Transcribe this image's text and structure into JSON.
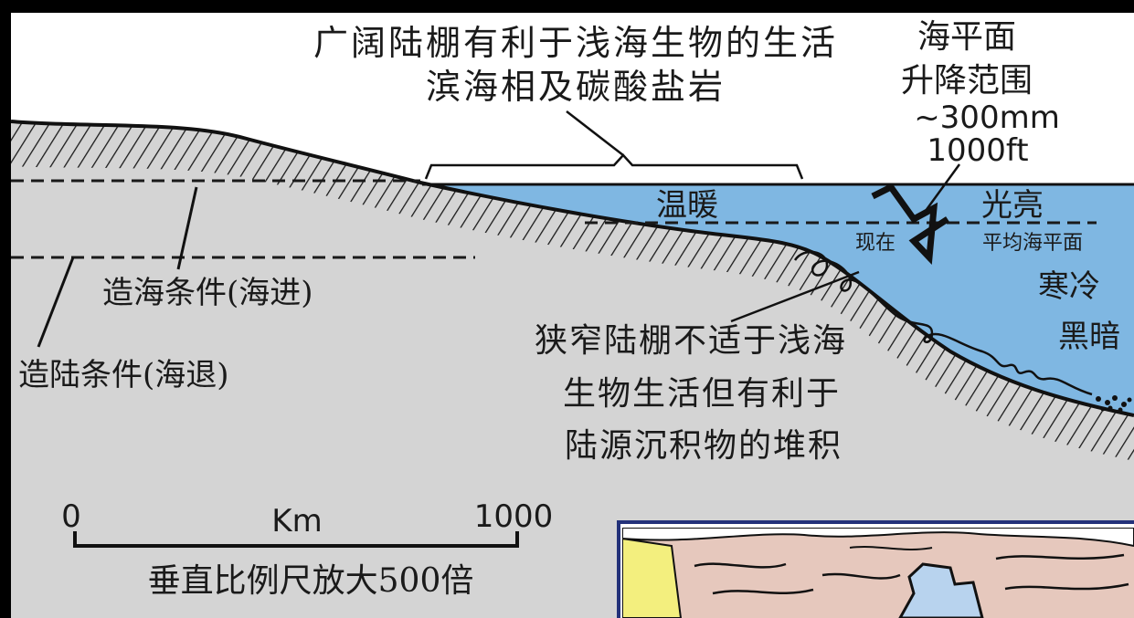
{
  "labels": {
    "broad_shelf_line1": "广阔陆棚有利于浅海生物的生活",
    "broad_shelf_line2": "滨海相及碳酸盐岩",
    "sea_level_line1": "海平面",
    "sea_level_line2": "升降范围",
    "range_mm": "~300mm",
    "range_ft": "1000ft",
    "warm": "温暖",
    "bright": "光亮",
    "present": "现在",
    "mean_sea_level": "平均海平面",
    "cold": "寒冷",
    "dark": "黑暗",
    "transgression": "造海条件(海进)",
    "regression": "造陆条件(海退)",
    "narrow_shelf_line1": "狭窄陆棚不适于浅海",
    "narrow_shelf_line2": "生物生活但有利于",
    "narrow_shelf_line3": "陆源沉积物的堆积"
  },
  "scale_bar": {
    "start_label": "0",
    "unit_label": "Km",
    "end_label": "1000",
    "caption": "垂直比例尺放大500倍"
  },
  "colors": {
    "background": "#d4d4d4",
    "sea": "#7fb7e2",
    "sky": "#ffffff",
    "frame": "#000000",
    "inset_border": "#23317a",
    "inset_land": "#e6c8bd",
    "inset_sand": "#f3ef7e",
    "inset_water": "#b8d3ee"
  }
}
